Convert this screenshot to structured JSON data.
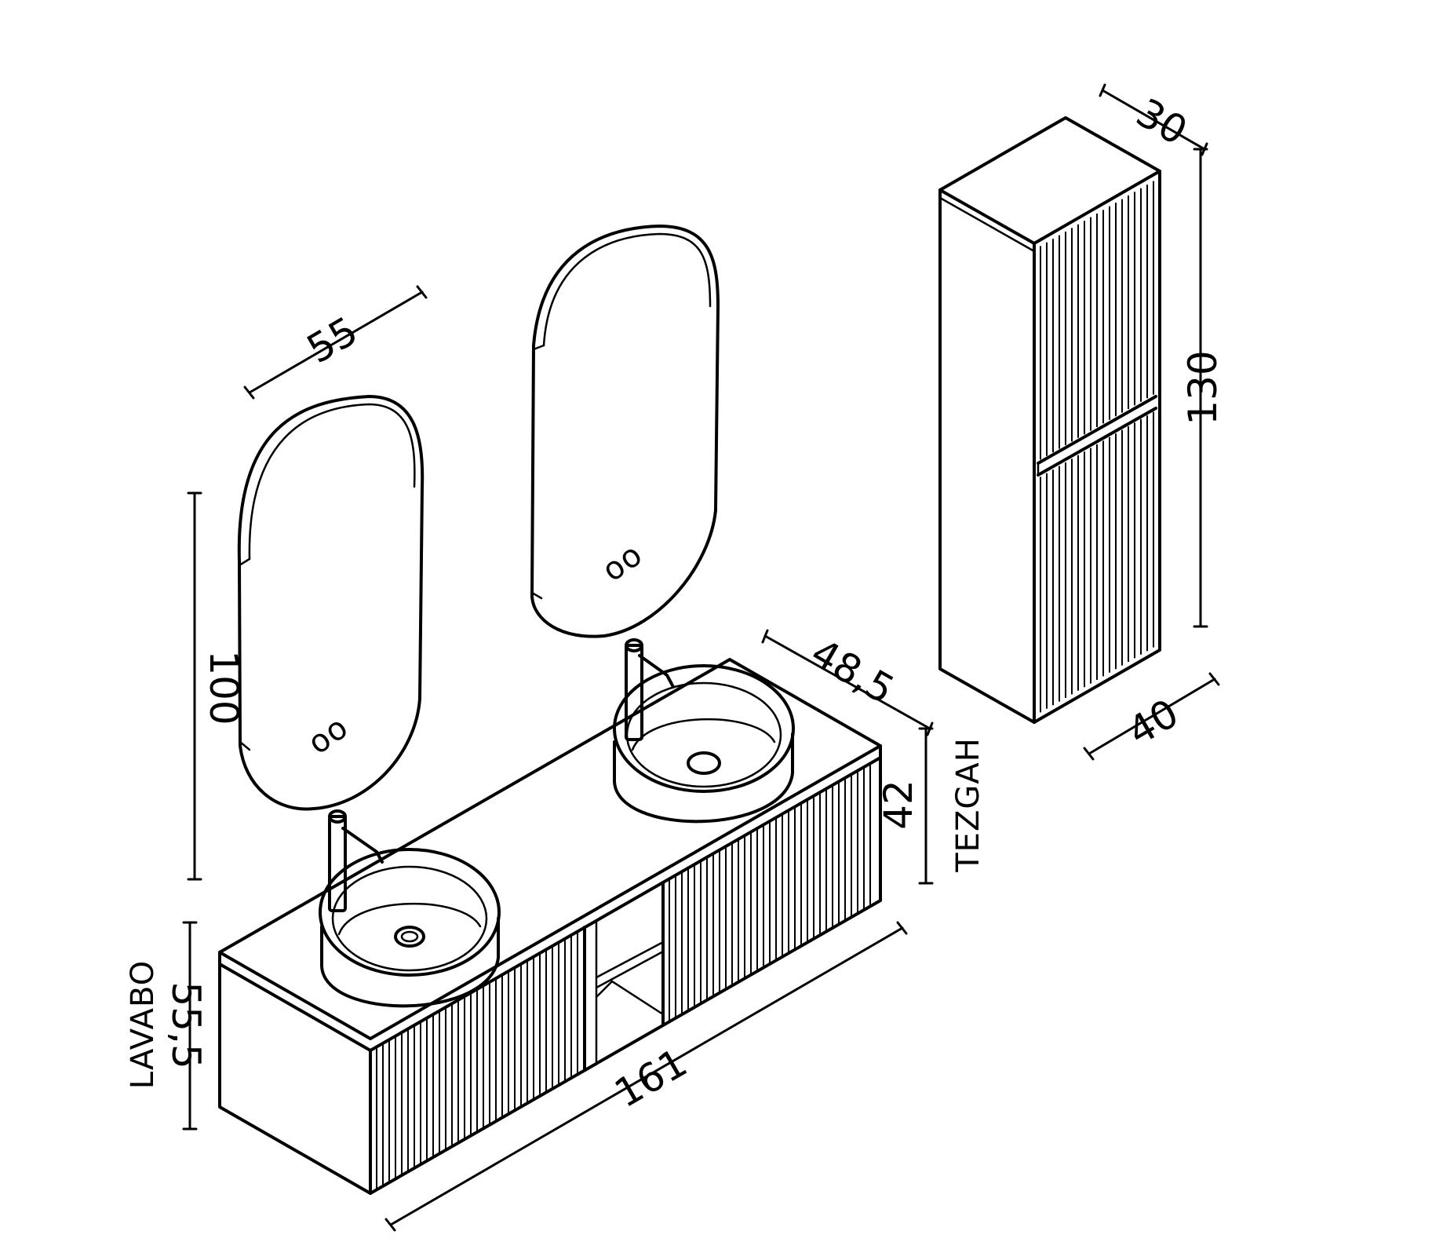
{
  "dimensions": {
    "mirror_width": "55",
    "mirror_height": "100",
    "counter_depth": "48,5",
    "counter_height": "42",
    "counter_label": "TEZGAH",
    "vanity_width": "161",
    "basin_height": "55,5",
    "basin_label": "LAVABO",
    "tall_depth": "30",
    "tall_height": "130",
    "tall_width": "40"
  },
  "mirror_touch_icon": "oo"
}
